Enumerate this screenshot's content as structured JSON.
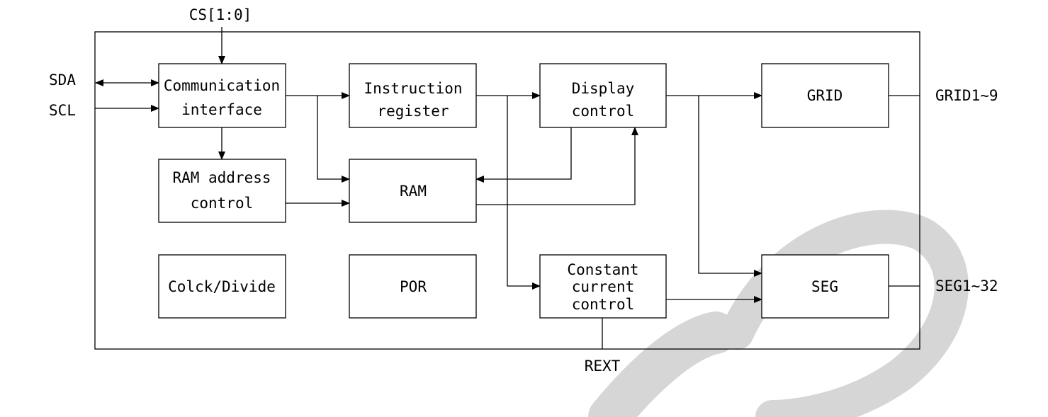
{
  "signals": {
    "cs": "CS[1:0]",
    "sda": "SDA",
    "scl": "SCL",
    "grid_out": "GRID1~9",
    "seg_out": "SEG1~32",
    "rext": "REXT"
  },
  "blocks": {
    "comm": [
      "Communication",
      "interface"
    ],
    "instr": [
      "Instruction",
      "register"
    ],
    "display": [
      "Display",
      "control"
    ],
    "grid": "GRID",
    "ramaddr": [
      "RAM address",
      "control"
    ],
    "ram": "RAM",
    "clock": "Colck/Divide",
    "por": "POR",
    "constant": [
      "Constant",
      "current",
      "control"
    ],
    "seg": "SEG"
  },
  "colors": {
    "line": "#000000",
    "watermark": "#d6d6d6"
  }
}
